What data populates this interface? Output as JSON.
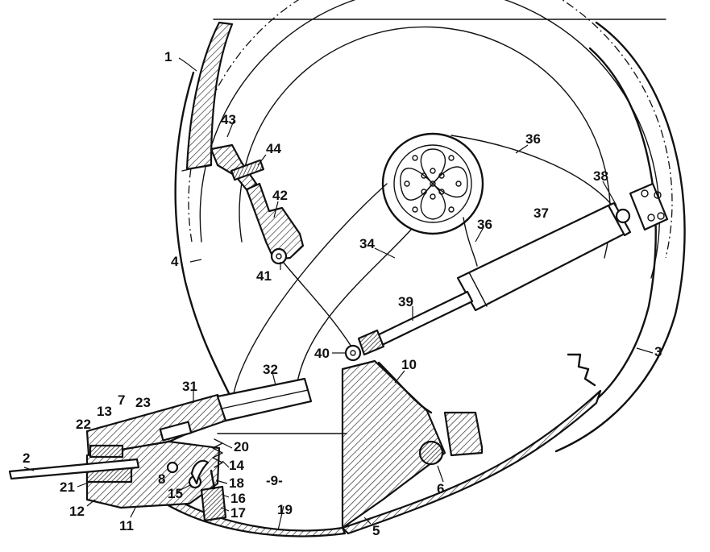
{
  "figure": {
    "reference_numerals": [
      {
        "id": "n1",
        "text": "1"
      },
      {
        "id": "n2",
        "text": "2"
      },
      {
        "id": "n3",
        "text": "3"
      },
      {
        "id": "n4",
        "text": "4"
      },
      {
        "id": "n5",
        "text": "5"
      },
      {
        "id": "n6",
        "text": "6"
      },
      {
        "id": "n7",
        "text": "7"
      },
      {
        "id": "n8",
        "text": "8"
      },
      {
        "id": "n9",
        "text": "-9-"
      },
      {
        "id": "n10",
        "text": "10"
      },
      {
        "id": "n11",
        "text": "11"
      },
      {
        "id": "n12",
        "text": "12"
      },
      {
        "id": "n13",
        "text": "13"
      },
      {
        "id": "n14",
        "text": "14"
      },
      {
        "id": "n15",
        "text": "15"
      },
      {
        "id": "n16",
        "text": "16"
      },
      {
        "id": "n17",
        "text": "17"
      },
      {
        "id": "n18",
        "text": "18"
      },
      {
        "id": "n19",
        "text": "19"
      },
      {
        "id": "n20",
        "text": "20"
      },
      {
        "id": "n21",
        "text": "21"
      },
      {
        "id": "n22",
        "text": "22"
      },
      {
        "id": "n23",
        "text": "23"
      },
      {
        "id": "n31",
        "text": "31"
      },
      {
        "id": "n32",
        "text": "32"
      },
      {
        "id": "n34",
        "text": "34"
      },
      {
        "id": "n36a",
        "text": "36"
      },
      {
        "id": "n36b",
        "text": "36"
      },
      {
        "id": "n37",
        "text": "37"
      },
      {
        "id": "n38",
        "text": "38"
      },
      {
        "id": "n39",
        "text": "39"
      },
      {
        "id": "n40",
        "text": "40"
      },
      {
        "id": "n41",
        "text": "41"
      },
      {
        "id": "n42",
        "text": "42"
      },
      {
        "id": "n43",
        "text": "43"
      },
      {
        "id": "n44",
        "text": "44"
      }
    ]
  }
}
